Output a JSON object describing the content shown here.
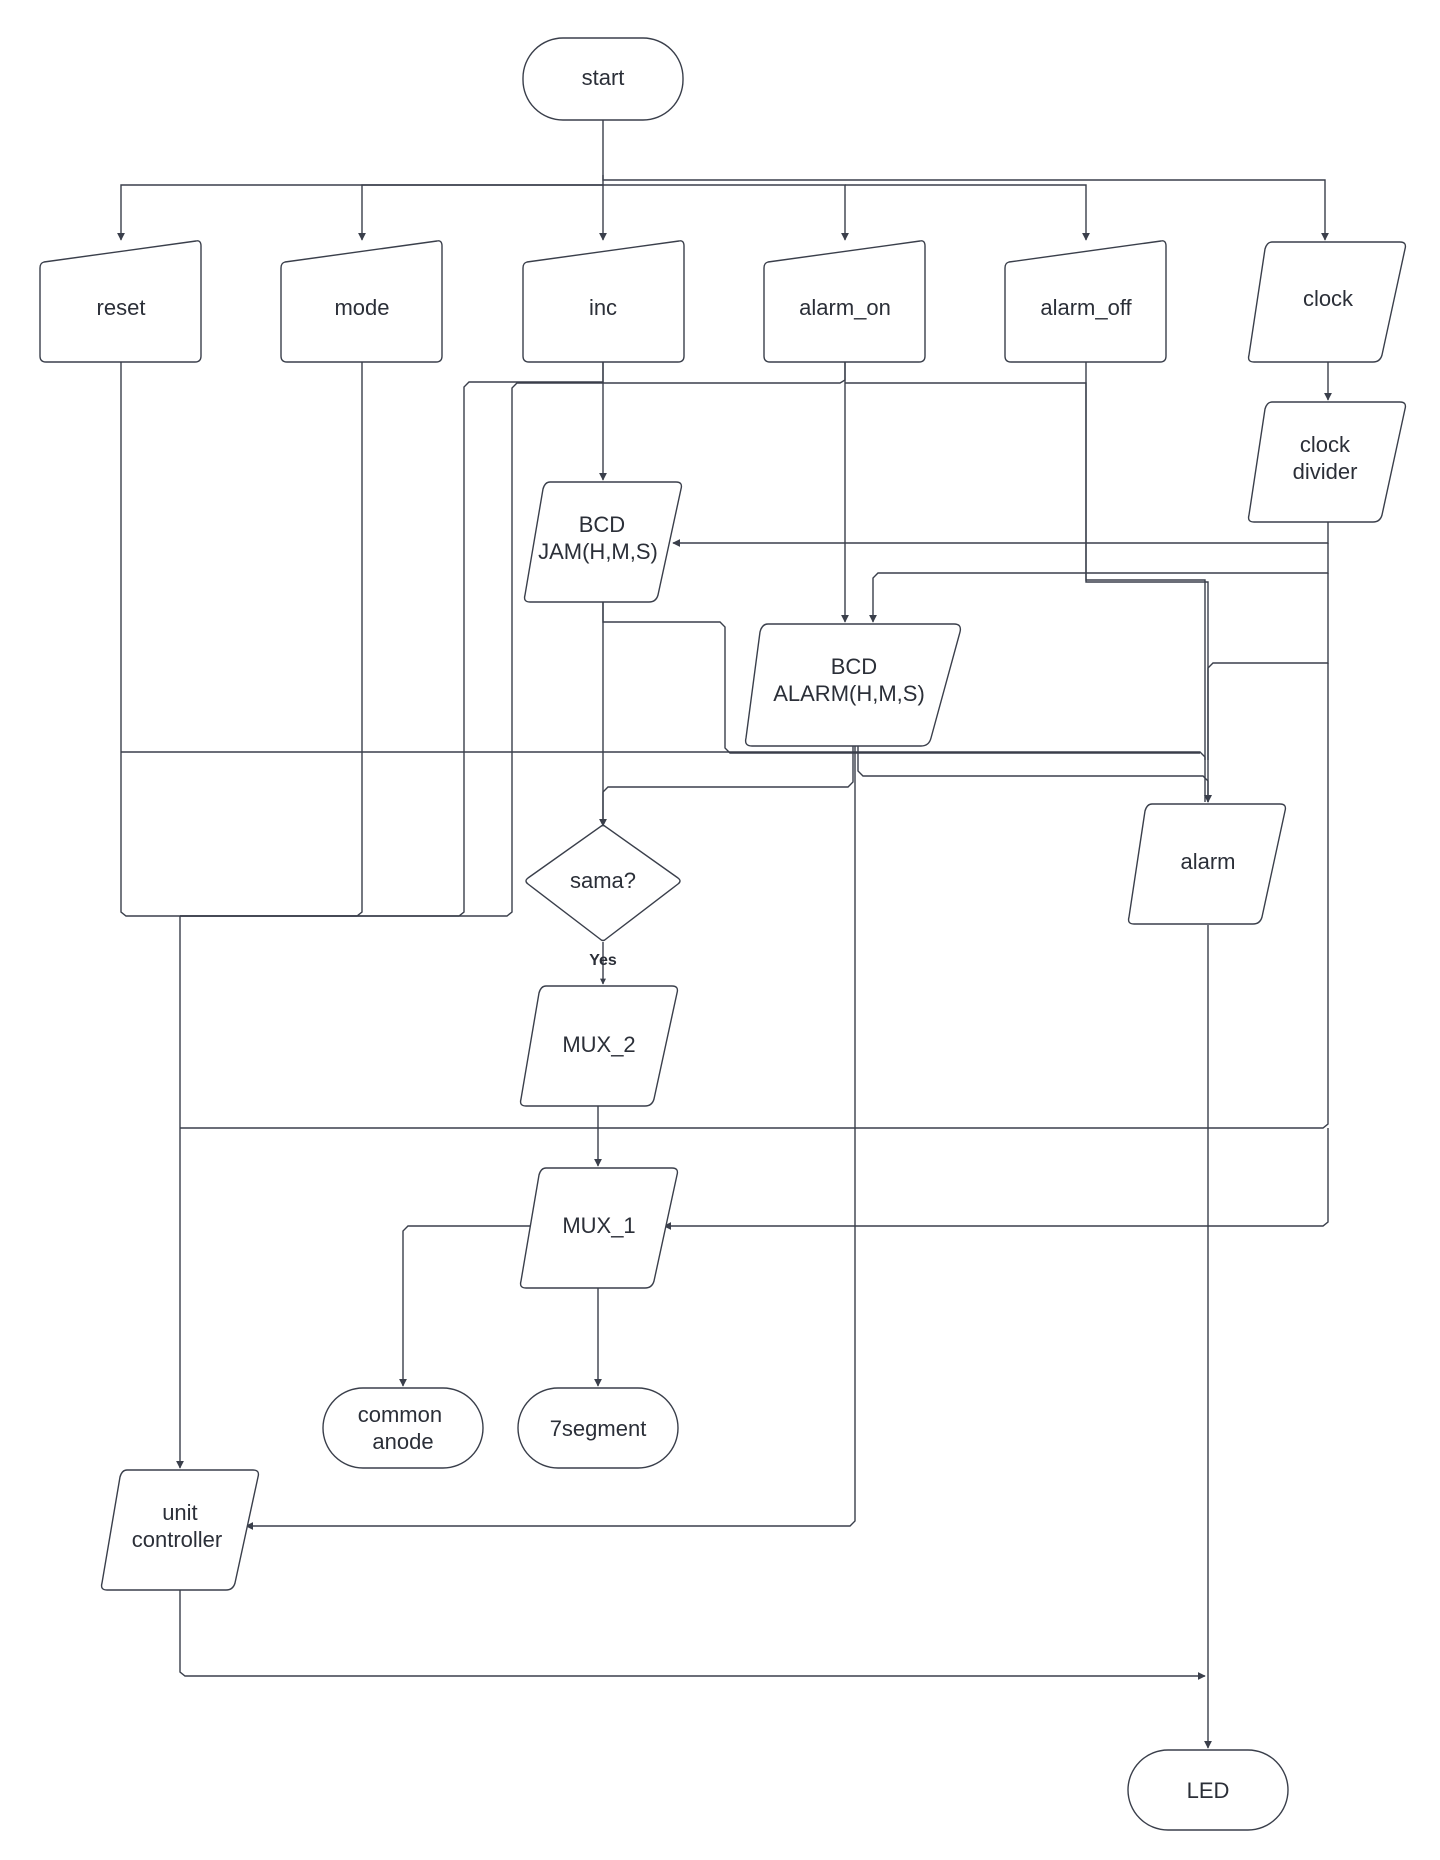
{
  "diagram": {
    "nodes": {
      "start": {
        "lines": [
          "start"
        ]
      },
      "reset": {
        "lines": [
          "reset"
        ]
      },
      "mode": {
        "lines": [
          "mode"
        ]
      },
      "inc": {
        "lines": [
          "inc"
        ]
      },
      "alarm_on": {
        "lines": [
          "alarm_on"
        ]
      },
      "alarm_off": {
        "lines": [
          "alarm_off"
        ]
      },
      "clock": {
        "lines": [
          "clock"
        ]
      },
      "clock_divider": {
        "lines": [
          "clock",
          "divider"
        ]
      },
      "bcd_jam": {
        "lines": [
          "BCD",
          "JAM(H,M,S)"
        ]
      },
      "bcd_alarm": {
        "lines": [
          "BCD",
          "ALARM(H,M,S)"
        ]
      },
      "sama": {
        "lines": [
          "sama?"
        ]
      },
      "alarm": {
        "lines": [
          "alarm"
        ]
      },
      "mux_2": {
        "lines": [
          "MUX_2"
        ]
      },
      "mux_1": {
        "lines": [
          "MUX_1"
        ]
      },
      "common_anode": {
        "lines": [
          "common",
          "anode"
        ]
      },
      "seven_segment": {
        "lines": [
          "7segment"
        ]
      },
      "unit_controller": {
        "lines": [
          "unit",
          "controller"
        ]
      },
      "led": {
        "lines": [
          "LED"
        ]
      }
    },
    "edge_labels": {
      "yes": "Yes"
    }
  }
}
